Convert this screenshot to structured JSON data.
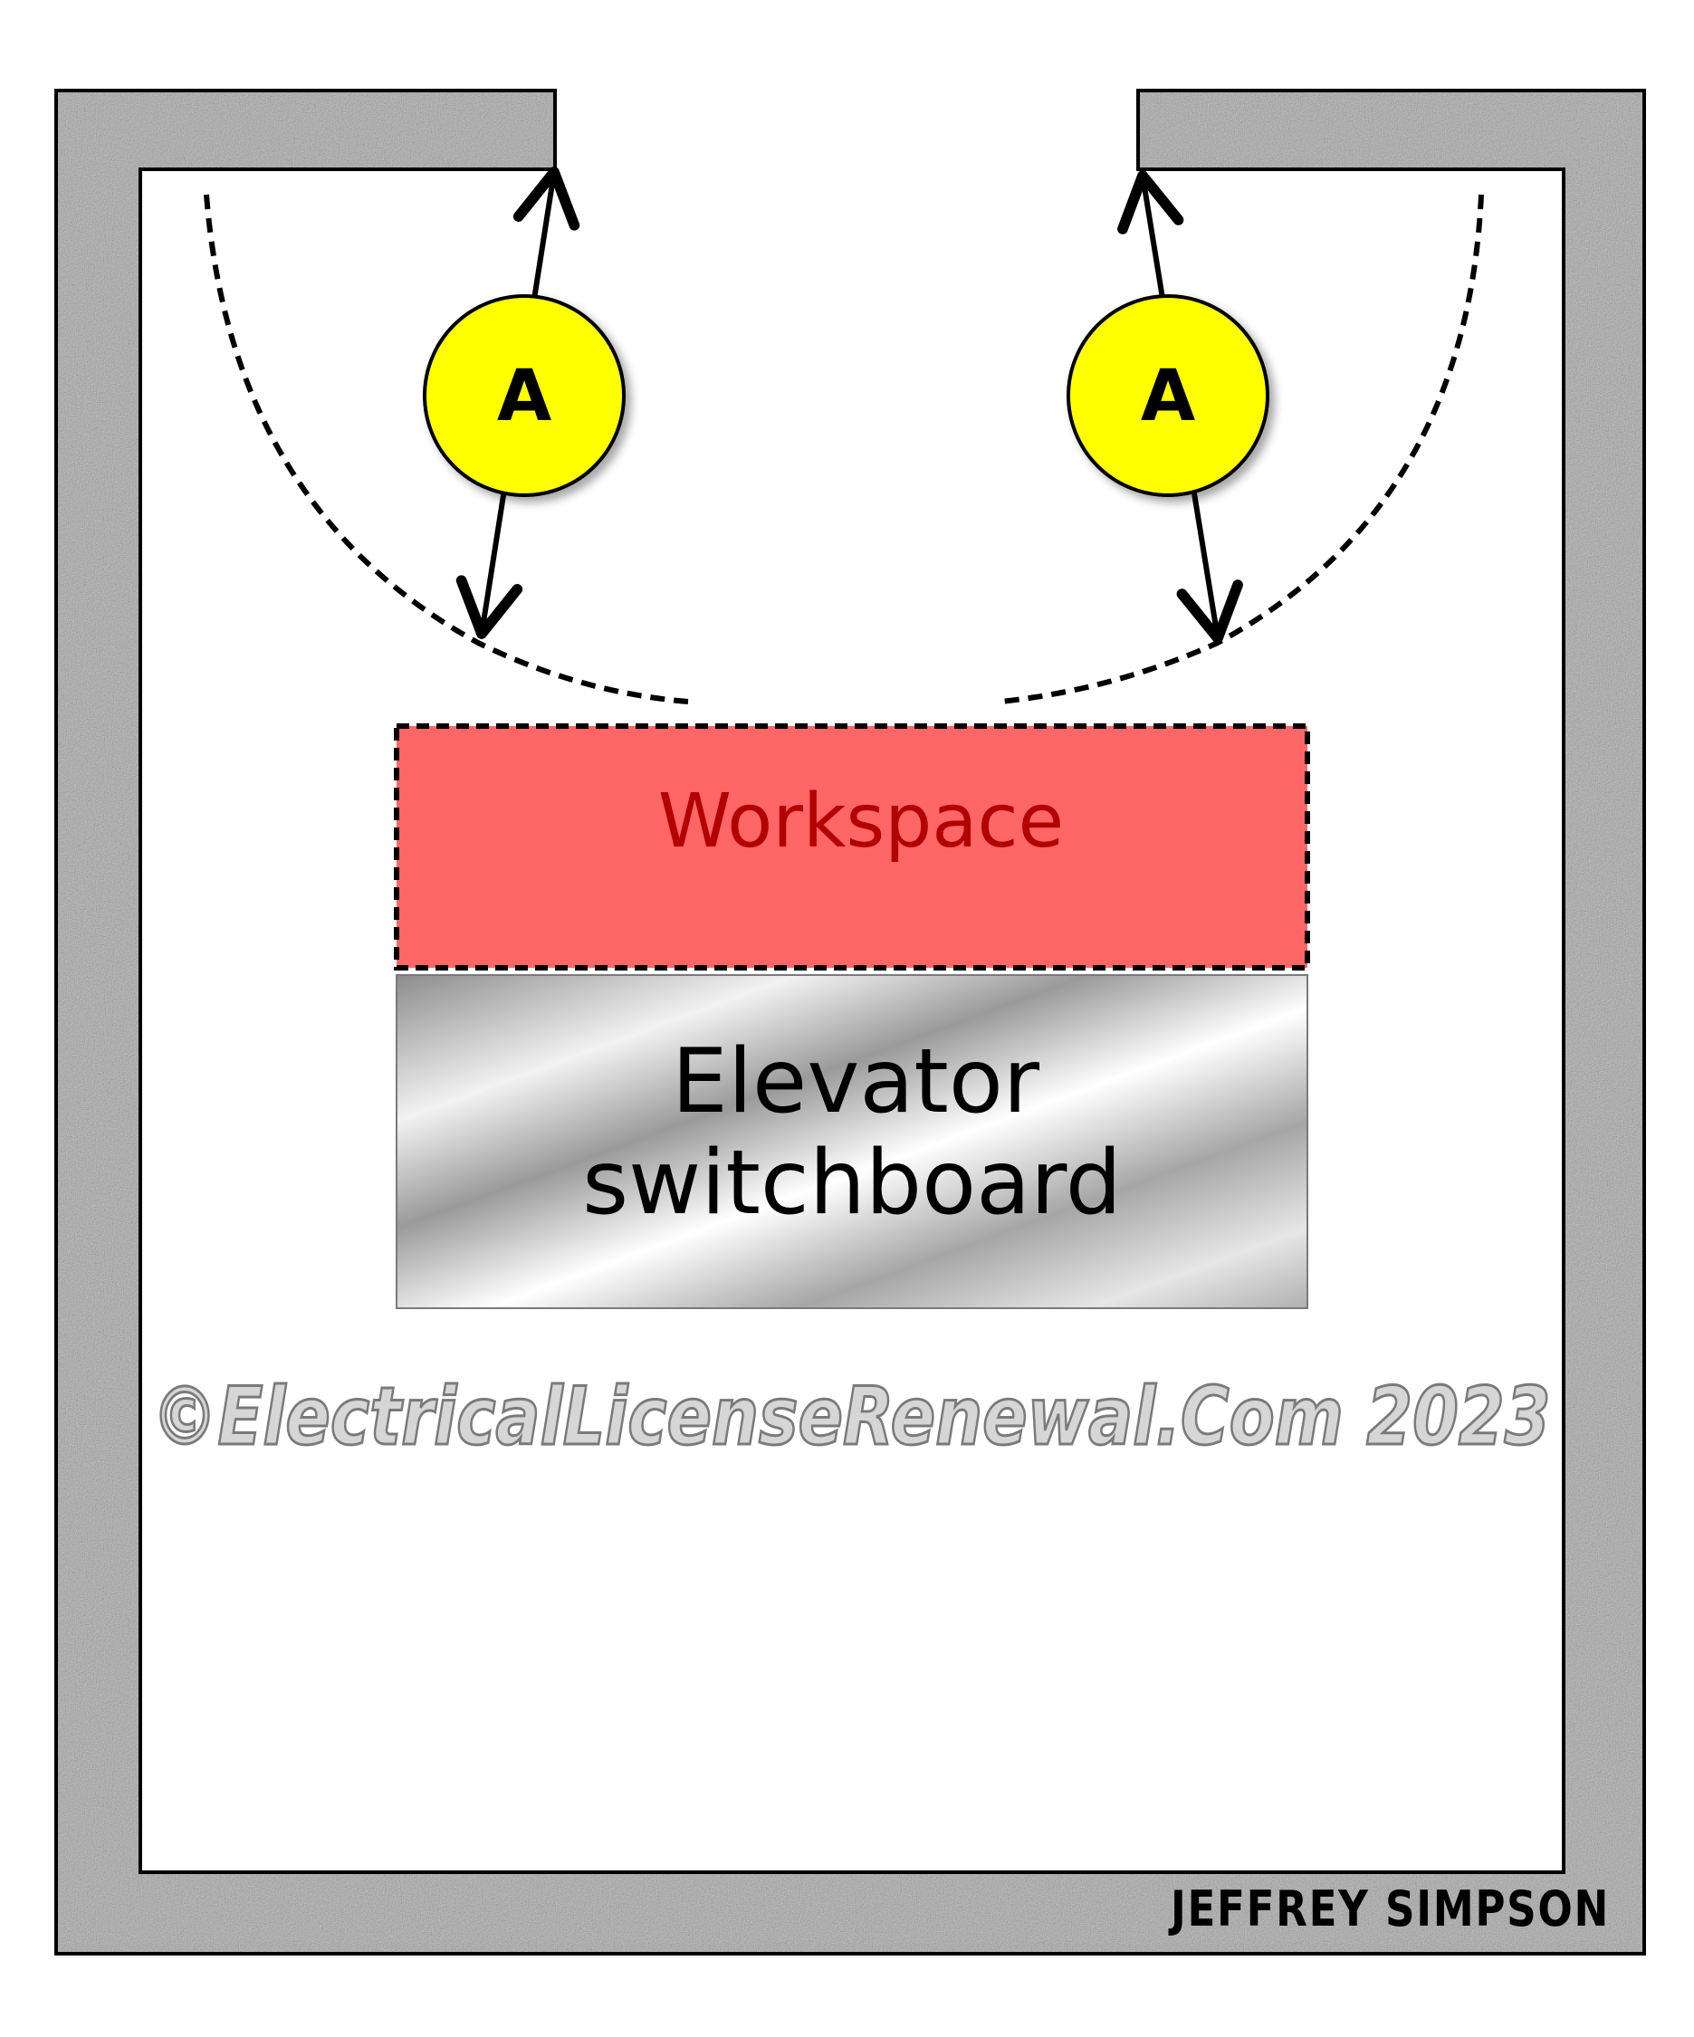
{
  "diagram": {
    "workspace_label": "Workspace",
    "switchboard_lines": [
      "Elevator",
      "switchboard"
    ],
    "door_markers": [
      "A",
      "A"
    ],
    "copyright": "©ElectricalLicenseRenewal.Com 2023",
    "signature": "JEFFREY SIMPSON"
  },
  "colors": {
    "wall_fill": "#a8a8a8",
    "workspace_fill": "#ff6666",
    "workspace_text": "#b30000",
    "marker_fill": "#ffff00",
    "switchboard_text": "#000000",
    "copyright_fill": "#d6d6d6",
    "copyright_stroke": "#7a7a7a"
  }
}
